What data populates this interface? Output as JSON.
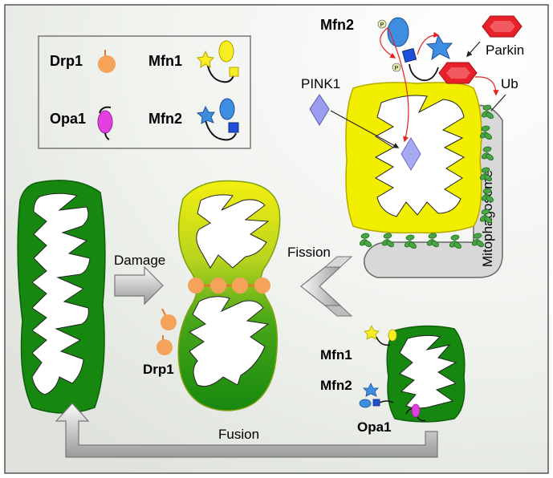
{
  "legend": {
    "drp1": "Drp1",
    "mfn1": "Mfn1",
    "opa1": "Opa1",
    "mfn2": "Mfn2"
  },
  "labels": {
    "damage": "Damage",
    "fission": "Fission",
    "fusion": "Fusion",
    "drp1": "Drp1",
    "mfn1": "Mfn1",
    "mfn2": "Mfn2",
    "opa1": "Opa1",
    "pink1": "PINK1",
    "parkin": "Parkin",
    "ub": "Ub",
    "mfn2_top": "Mfn2",
    "mitophagosome": "Mitophagosome",
    "phospho": "P"
  },
  "colors": {
    "dark_green": "#1a8a12",
    "light_green": "#7fc22a",
    "yellow": "#f2ee00",
    "drp1_orange": "#f5a35a",
    "opa1_magenta": "#e040e0",
    "mfn_blue": "#3d8ee0",
    "mfn2_square": "#1f4fd8",
    "parkin_red": "#e8202a",
    "pink1_purple": "#9a9cf0",
    "ub_green": "#3f9a3a",
    "mitophagosome_gray": "#d8d8d8"
  }
}
